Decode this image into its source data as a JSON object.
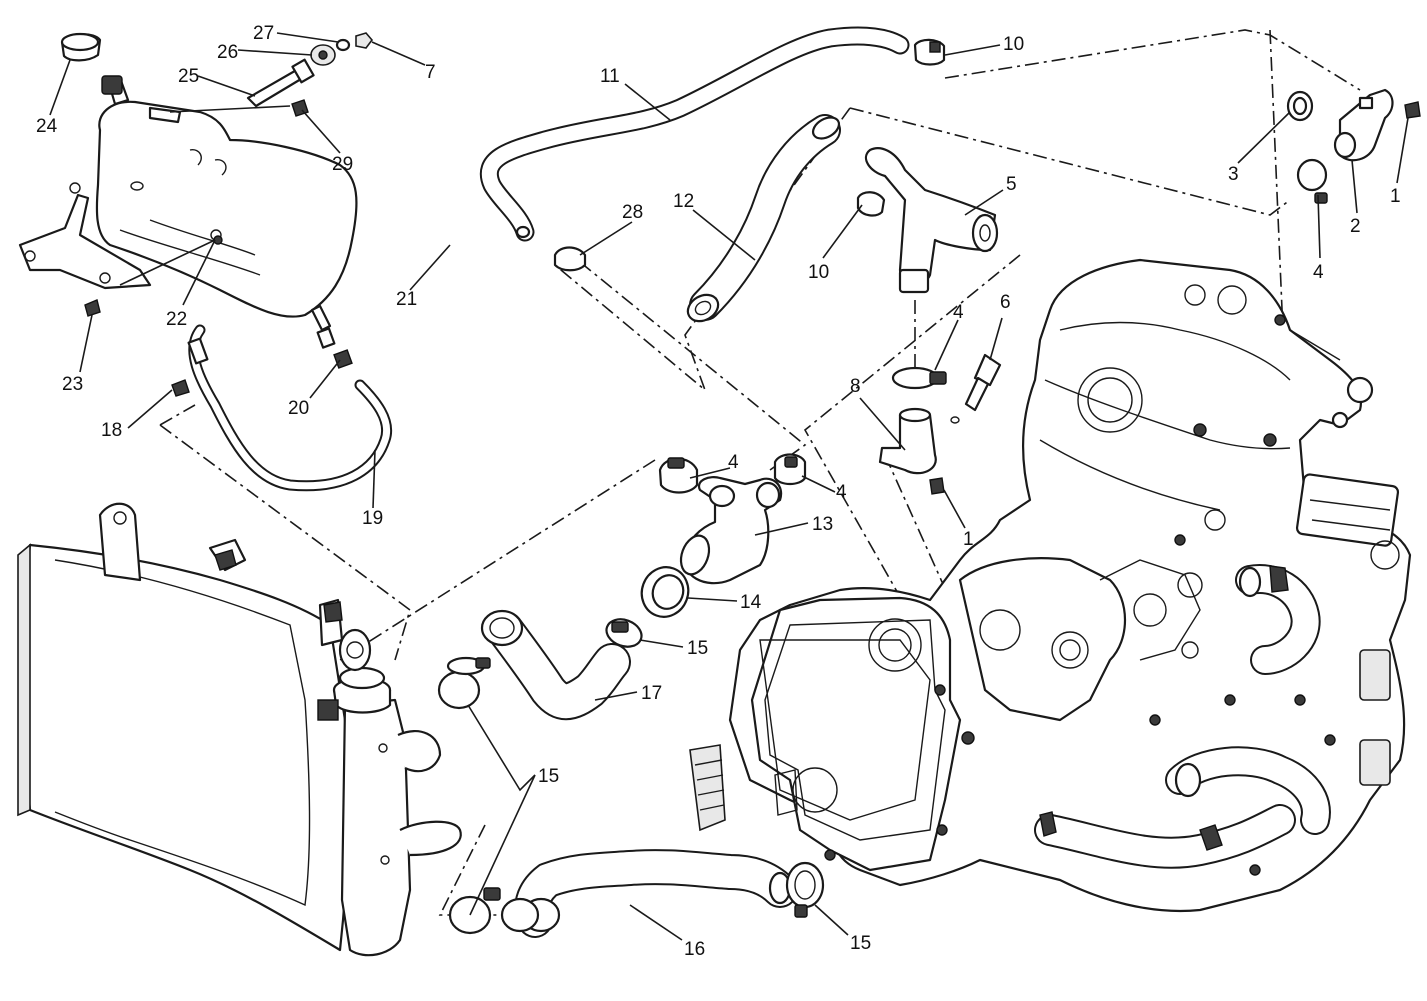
{
  "callouts": [
    {
      "id": "c1a",
      "text": "1"
    },
    {
      "id": "c1b",
      "text": "1"
    },
    {
      "id": "c2",
      "text": "2"
    },
    {
      "id": "c3",
      "text": "3"
    },
    {
      "id": "c4a",
      "text": "4"
    },
    {
      "id": "c4b",
      "text": "4"
    },
    {
      "id": "c4c",
      "text": "4"
    },
    {
      "id": "c4d",
      "text": "4"
    },
    {
      "id": "c5",
      "text": "5"
    },
    {
      "id": "c6",
      "text": "6"
    },
    {
      "id": "c7",
      "text": "7"
    },
    {
      "id": "c8",
      "text": "8"
    },
    {
      "id": "c10a",
      "text": "10"
    },
    {
      "id": "c10b",
      "text": "10"
    },
    {
      "id": "c11",
      "text": "11"
    },
    {
      "id": "c12",
      "text": "12"
    },
    {
      "id": "c13",
      "text": "13"
    },
    {
      "id": "c14",
      "text": "14"
    },
    {
      "id": "c15a",
      "text": "15"
    },
    {
      "id": "c15b",
      "text": "15"
    },
    {
      "id": "c15c",
      "text": "15"
    },
    {
      "id": "c16",
      "text": "16"
    },
    {
      "id": "c17",
      "text": "17"
    },
    {
      "id": "c18",
      "text": "18"
    },
    {
      "id": "c19",
      "text": "19"
    },
    {
      "id": "c20",
      "text": "20"
    },
    {
      "id": "c21",
      "text": "21"
    },
    {
      "id": "c22",
      "text": "22"
    },
    {
      "id": "c23",
      "text": "23"
    },
    {
      "id": "c24",
      "text": "24"
    },
    {
      "id": "c25",
      "text": "25"
    },
    {
      "id": "c26",
      "text": "26"
    },
    {
      "id": "c27",
      "text": "27"
    },
    {
      "id": "c28",
      "text": "28"
    },
    {
      "id": "c29",
      "text": "29"
    }
  ]
}
